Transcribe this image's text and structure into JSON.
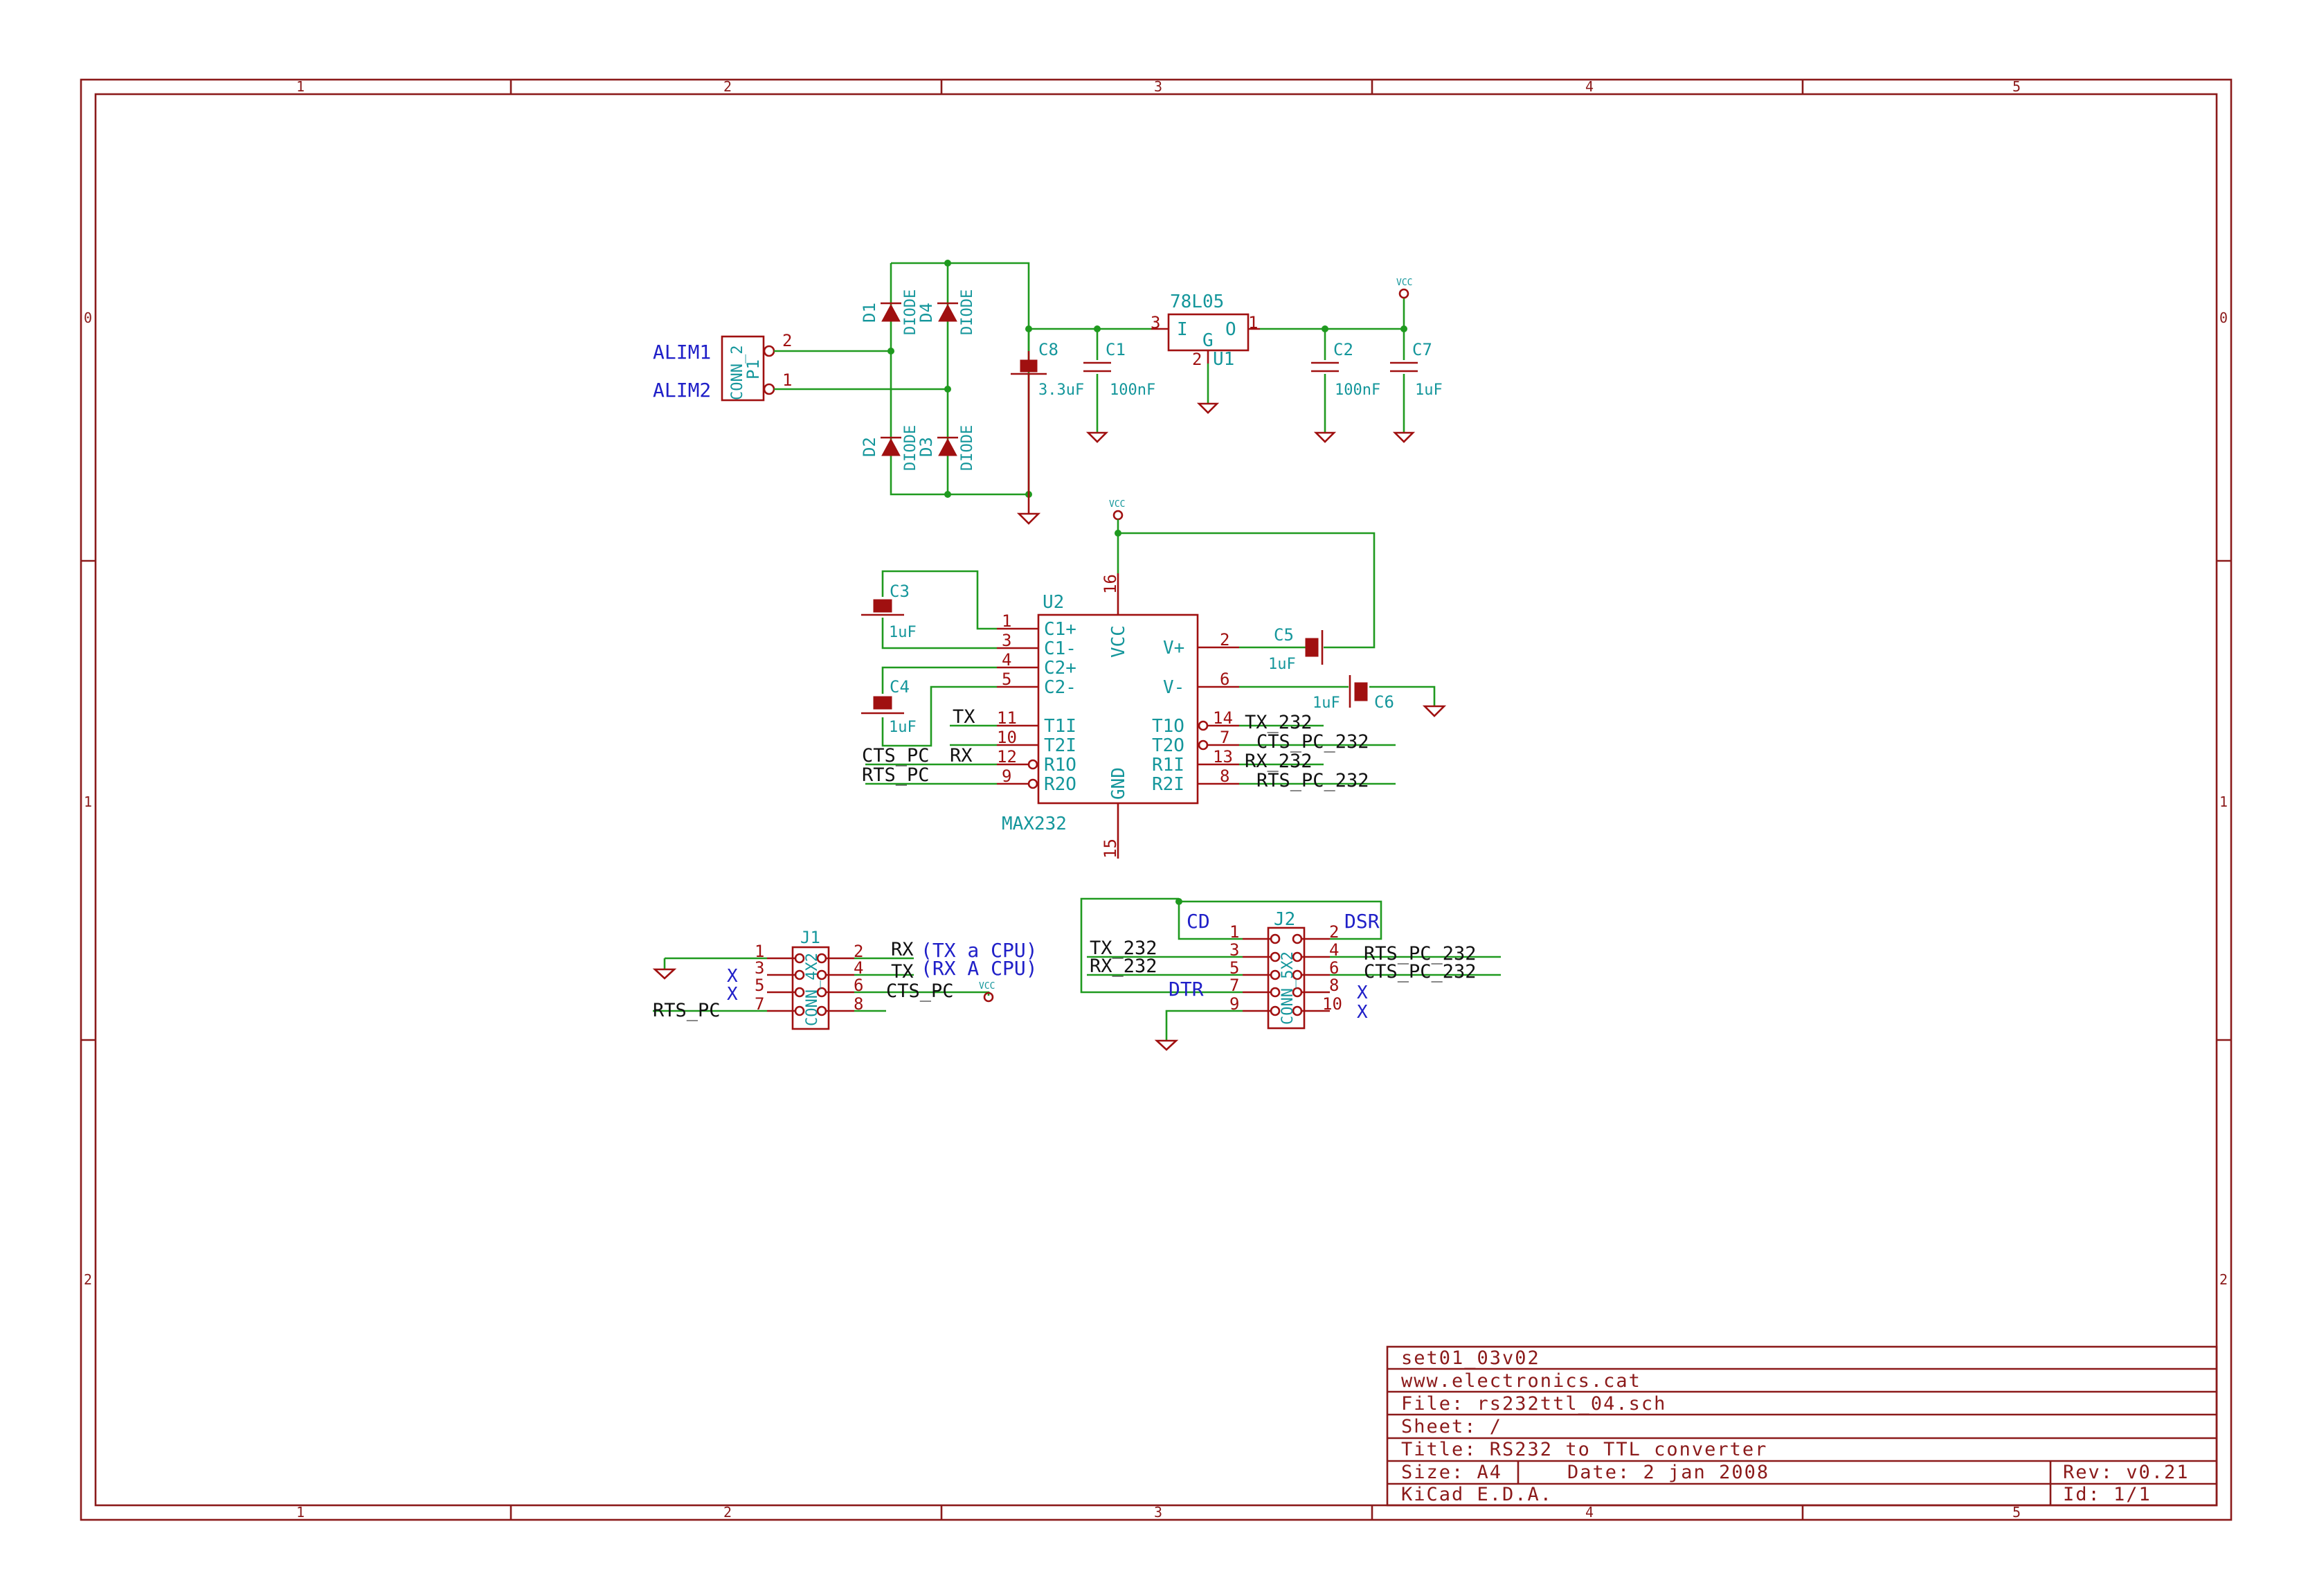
{
  "title_block": {
    "company": "set01_03v02",
    "website": "www.electronics.cat",
    "file": "File: rs232ttl_04.sch",
    "sheet": "Sheet: /",
    "title": "Title: RS232 to TTL converter",
    "size": "Size: A4",
    "date": "Date: 2 jan 2008",
    "rev": "Rev: v0.21",
    "tool": "KiCad E.D.A.",
    "id": "Id: 1/1"
  },
  "frame": {
    "columns": [
      "1",
      "2",
      "3",
      "4",
      "5"
    ],
    "rows": [
      "0",
      "1",
      "2"
    ]
  },
  "power": {
    "bridge_rectifier": {
      "connector": {
        "ref": "P1",
        "value": "CONN_2",
        "pins": [
          "2",
          "1"
        ]
      },
      "inputs": [
        "ALIM1",
        "ALIM2"
      ],
      "diodes": [
        {
          "ref": "D1",
          "value": "DIODE"
        },
        {
          "ref": "D4",
          "value": "DIODE"
        },
        {
          "ref": "D2",
          "value": "DIODE"
        },
        {
          "ref": "D3",
          "value": "DIODE"
        }
      ]
    },
    "regulator": {
      "ref": "U1",
      "value": "78L05",
      "pins": [
        "3",
        "1",
        "2"
      ],
      "terminals": [
        "I",
        "G",
        "O"
      ]
    },
    "capacitors": [
      {
        "ref": "C8",
        "value": "3.3uF"
      },
      {
        "ref": "C1",
        "value": "100nF"
      },
      {
        "ref": "C2",
        "value": "100nF"
      },
      {
        "ref": "C7",
        "value": "1uF"
      }
    ],
    "vcc_label": "VCC"
  },
  "max232": {
    "ref": "U2",
    "value": "MAX232",
    "left_pins": [
      {
        "num": "1",
        "name": "C1+"
      },
      {
        "num": "3",
        "name": "C1-"
      },
      {
        "num": "4",
        "name": "C2+"
      },
      {
        "num": "5",
        "name": "C2-"
      },
      {
        "num": "11",
        "name": "T1I"
      },
      {
        "num": "10",
        "name": "T2I"
      },
      {
        "num": "12",
        "name": "R1O"
      },
      {
        "num": "9",
        "name": "R2O"
      }
    ],
    "right_pins": [
      {
        "num": "2",
        "name": "V+"
      },
      {
        "num": "6",
        "name": "V-"
      },
      {
        "num": "14",
        "name": "T1O"
      },
      {
        "num": "7",
        "name": "T2O"
      },
      {
        "num": "13",
        "name": "R1I"
      },
      {
        "num": "8",
        "name": "R2I"
      }
    ],
    "top_pin": {
      "num": "16",
      "name": "VCC"
    },
    "bottom_pin": {
      "num": "15",
      "name": "GND"
    },
    "capacitors": [
      {
        "ref": "C3",
        "value": "1uF"
      },
      {
        "ref": "C4",
        "value": "1uF"
      },
      {
        "ref": "C5",
        "value": "1uF"
      },
      {
        "ref": "C6",
        "value": "1uF"
      }
    ],
    "left_nets": [
      "TX",
      "CTS_PC",
      "RX",
      "RTS_PC"
    ],
    "right_nets": [
      "TX_232",
      "CTS_PC_232",
      "RX_232",
      "RTS_PC_232"
    ]
  },
  "j1": {
    "ref": "J1",
    "value": "CONN_4X2",
    "left_pins": [
      "1",
      "3",
      "5",
      "7"
    ],
    "right_pins": [
      "2",
      "4",
      "6",
      "8"
    ],
    "nets": [
      "RX",
      "(TX a CPU)",
      "TX",
      "(RX A CPU)",
      "CTS_PC",
      "RTS_PC"
    ],
    "nc": "X"
  },
  "j2": {
    "ref": "J2",
    "value": "CONN_5X2",
    "left_pins": [
      "1",
      "3",
      "5",
      "7",
      "9"
    ],
    "right_pins": [
      "2",
      "4",
      "6",
      "8",
      "10"
    ],
    "labels": [
      "CD",
      "DSR",
      "DTR"
    ],
    "nets": [
      "TX_232",
      "RX_232",
      "RTS_PC_232",
      "CTS_PC_232"
    ],
    "nc": "X"
  }
}
